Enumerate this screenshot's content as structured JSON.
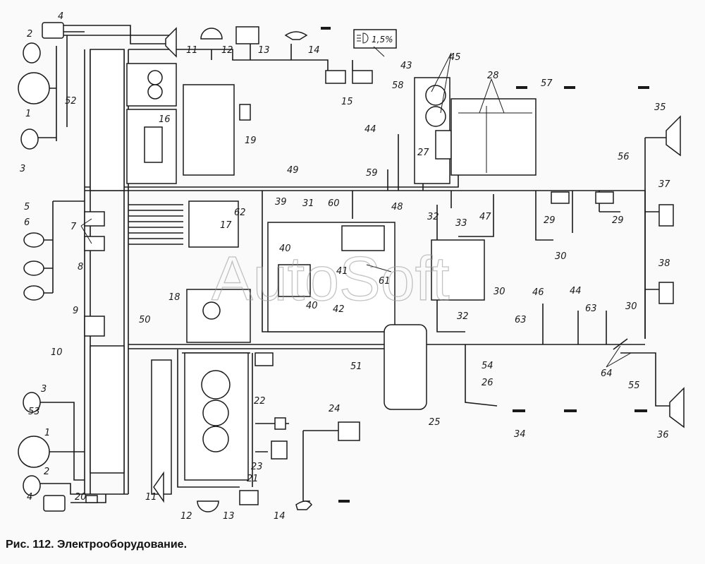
{
  "caption": "Рис.  112.  Электрооборудование.",
  "watermark": "AutoSoft",
  "indicator": {
    "icon": "headlight-icon",
    "text": "1,5%"
  },
  "labels": [
    "4",
    "2",
    "1",
    "52",
    "3",
    "11",
    "12",
    "13",
    "14",
    "43",
    "45",
    "28",
    "57",
    "58",
    "15",
    "16",
    "19",
    "44",
    "27",
    "59",
    "49",
    "35",
    "56",
    "37",
    "5",
    "6",
    "7",
    "62",
    "39",
    "31",
    "60",
    "48",
    "32",
    "47",
    "33",
    "29",
    "29",
    "17",
    "40",
    "30",
    "38",
    "8",
    "61",
    "41",
    "18",
    "40",
    "42",
    "30",
    "46",
    "44",
    "63",
    "30",
    "9",
    "50",
    "32",
    "63",
    "10",
    "51",
    "54",
    "64",
    "55",
    "26",
    "3",
    "53",
    "22",
    "24",
    "1",
    "25",
    "34",
    "36",
    "23",
    "21",
    "2",
    "4",
    "20",
    "11",
    "12",
    "13",
    "14"
  ]
}
